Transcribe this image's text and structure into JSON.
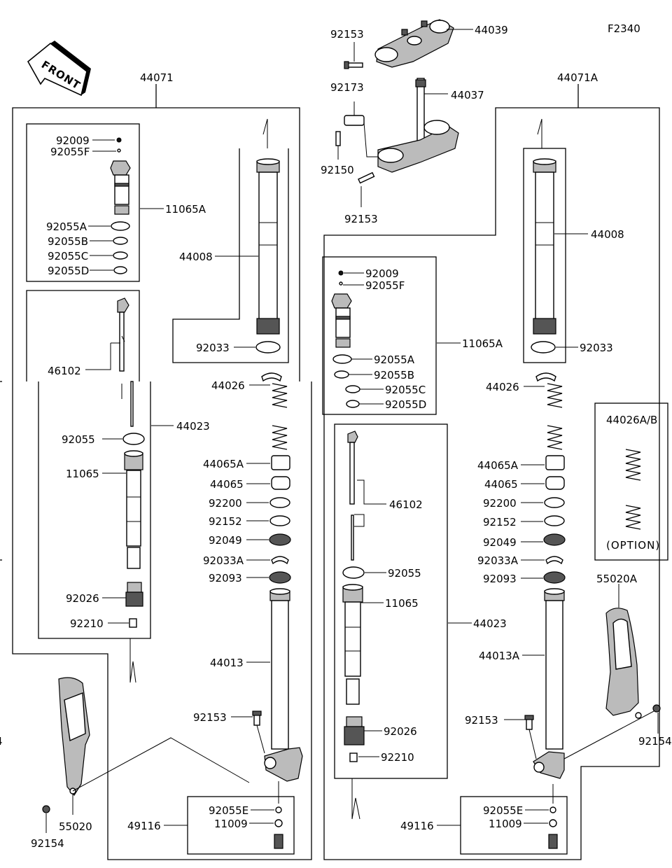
{
  "figure_code": "F2340",
  "front_label": "FRONT",
  "assemblies": {
    "left_fork": "44071",
    "right_fork": "44071A"
  },
  "triple_clamp": {
    "upper_bolt": "92153",
    "upper_clamp": "44039",
    "clamp": "92173",
    "stem": "44037",
    "lower_bolt_small": "92150",
    "lower_bolt": "92153"
  },
  "left": {
    "cartridge_sub": {
      "bolt": "92009",
      "oring_f": "92055F",
      "assy": "11065A",
      "oring_a": "92055A",
      "oring_b": "92055B",
      "oring_c": "92055C",
      "oring_d": "92055D"
    },
    "outer_tube": "44008",
    "oring_outer": "92033",
    "rod": "46102",
    "cartridge": "44023",
    "oring": "92055",
    "cylinder": "11065",
    "base_valve": "92026",
    "nut": "92210",
    "spring": "44026",
    "bushing_a": "44065A",
    "bushing": "44065",
    "washer": "92200",
    "ring": "92152",
    "oil_seal": "92049",
    "snap_ring": "92033A",
    "dust_seal": "92093",
    "inner_tube": "44013",
    "axle_bolt": "92153",
    "guard": "55020",
    "guard_bolt": "92154",
    "valve_kit": "49116",
    "oring_e": "92055E",
    "cap": "11009"
  },
  "right": {
    "cartridge_sub": {
      "bolt": "92009",
      "oring_f": "92055F",
      "assy": "11065A",
      "oring_a": "92055A",
      "oring_b": "92055B",
      "oring_c": "92055C",
      "oring_d": "92055D"
    },
    "outer_tube": "44008",
    "oring_outer": "92033",
    "rod": "46102",
    "cartridge": "44023",
    "oring": "92055",
    "cylinder": "11065",
    "base_valve": "92026",
    "nut": "92210",
    "spring": "44026",
    "bushing_a": "44065A",
    "bushing": "44065",
    "washer": "92200",
    "ring": "92152",
    "oil_seal": "92049",
    "snap_ring": "92033A",
    "dust_seal": "92093",
    "inner_tube": "44013A",
    "axle_bolt": "92153",
    "guard": "55020A",
    "guard_bolt": "92154",
    "valve_kit": "49116",
    "oring_e": "92055E",
    "cap": "11009"
  },
  "option": {
    "spring": "44026A/B",
    "label": "(OPTION)"
  }
}
